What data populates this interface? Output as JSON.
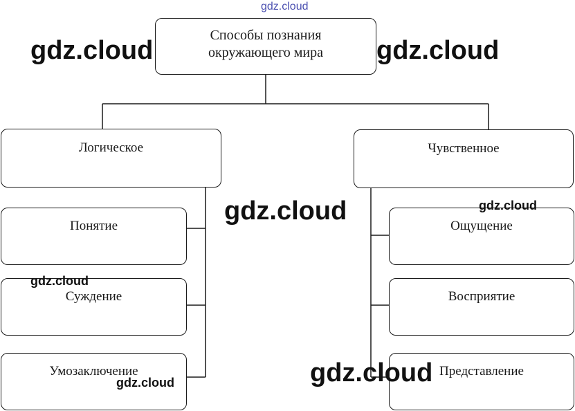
{
  "diagram": {
    "root": {
      "line1": "Способы познания",
      "line2": "окружающего мира"
    },
    "categories": [
      {
        "label": "Логическое",
        "children": [
          "Понятие",
          "Суждение",
          "Умозаключение"
        ]
      },
      {
        "label": "Чувственное",
        "children": [
          "Ощущение",
          "Восприятие",
          "Представление"
        ]
      }
    ]
  },
  "watermark": {
    "text": "gdz.cloud",
    "color": "#4a4fb0"
  }
}
